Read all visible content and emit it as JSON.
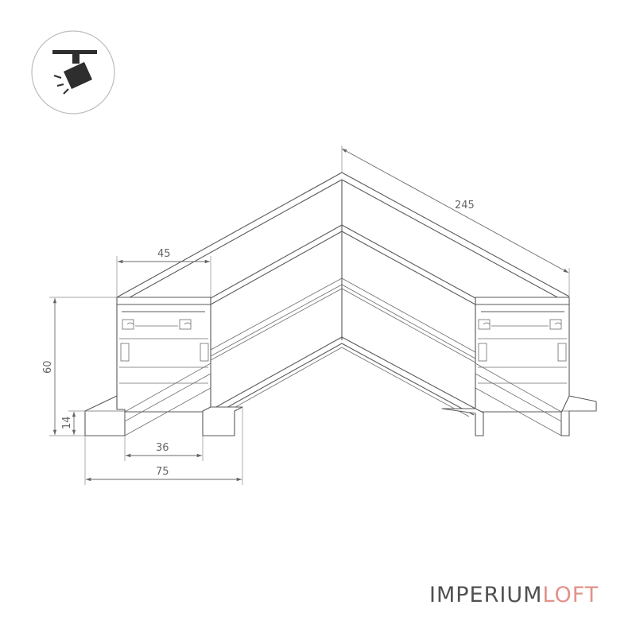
{
  "brand": {
    "part1": "IMPERIUM",
    "part2": "LOFT",
    "color_dark": "#505050",
    "color_accent": "#e2928a"
  },
  "badge": {
    "icon": "track-spotlight-icon"
  },
  "dimensions": {
    "length": "245",
    "width_top": "45",
    "height": "60",
    "flange_height": "14",
    "inner_width": "36",
    "overall_width": "75"
  }
}
